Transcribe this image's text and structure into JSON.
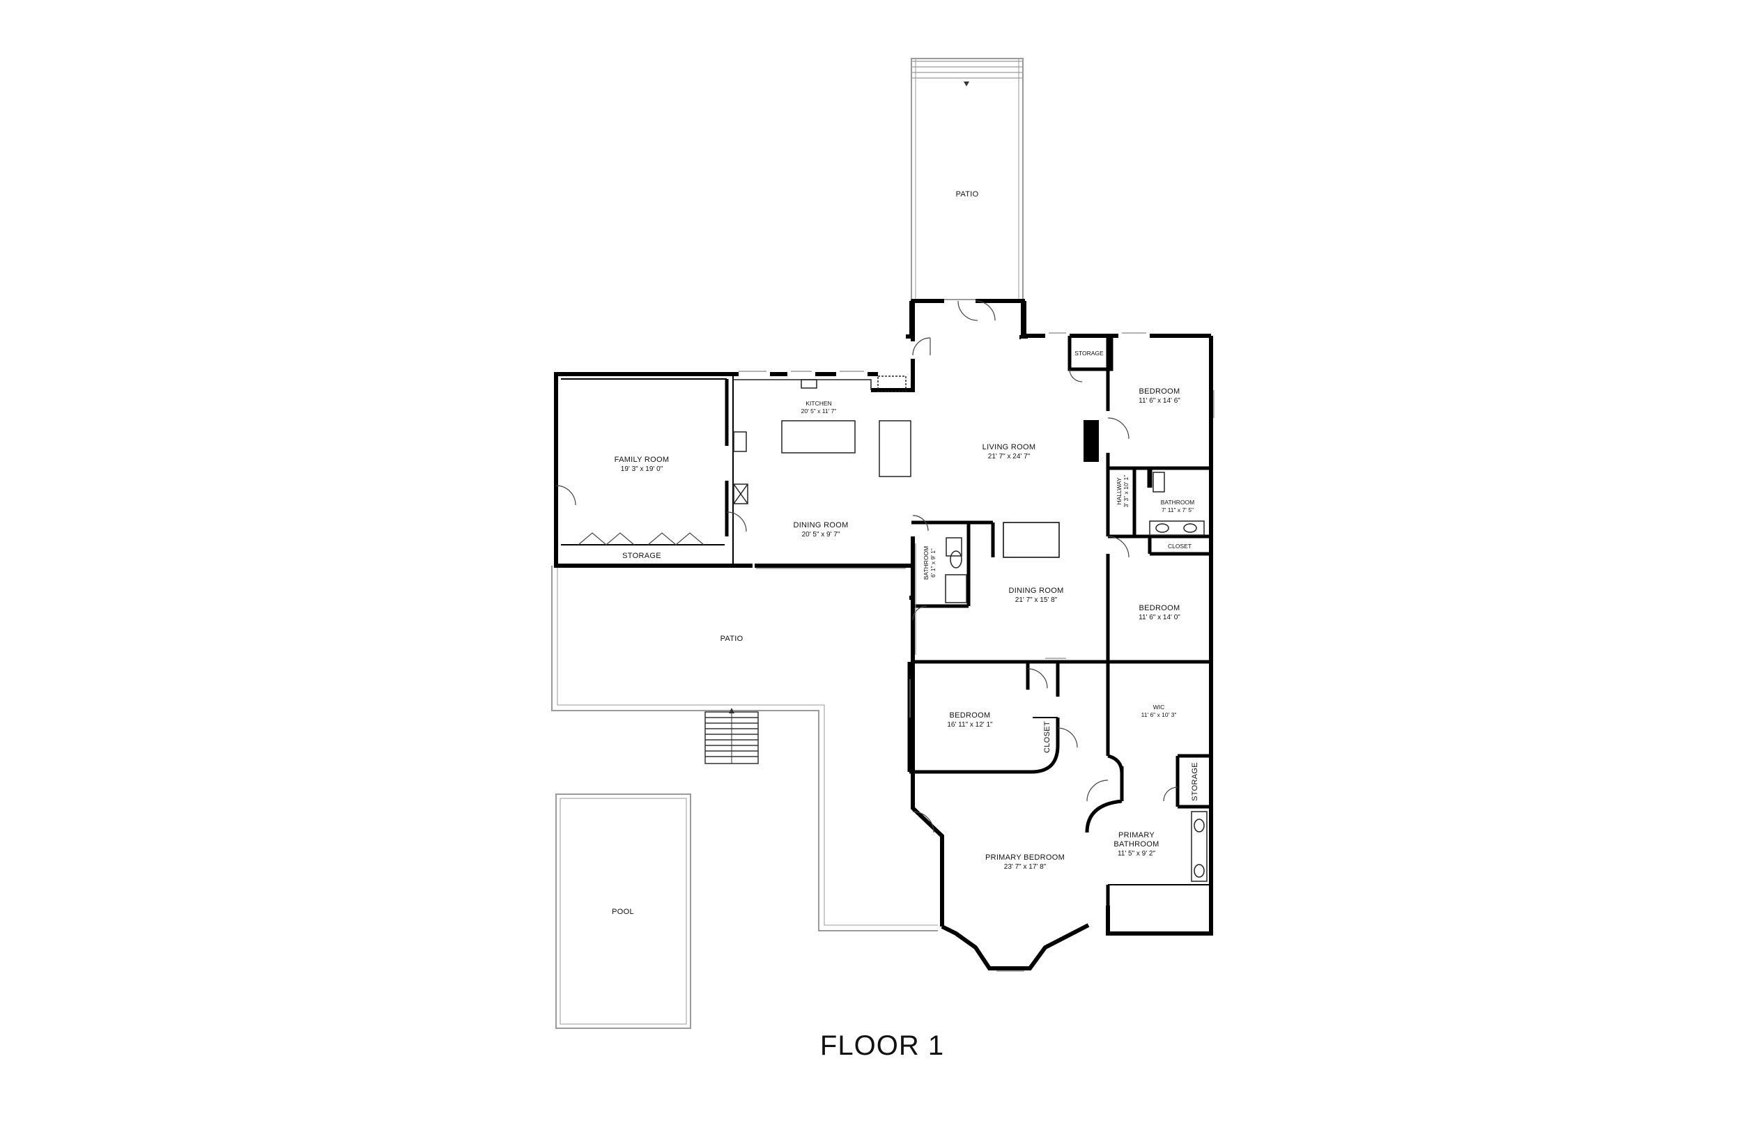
{
  "floor_title": "FLOOR 1",
  "rooms": {
    "patio_top": {
      "name": "PATIO",
      "dims": ""
    },
    "storage_top": {
      "name": "STORAGE",
      "dims": ""
    },
    "bedroom_1": {
      "name": "BEDROOM",
      "dims": "11' 6\" x 14' 6\""
    },
    "kitchen": {
      "name": "KITCHEN",
      "dims": "20' 5\" x 11' 7\""
    },
    "family_room": {
      "name": "FAMILY ROOM",
      "dims": "19' 3\" x 19' 0\""
    },
    "living_room": {
      "name": "LIVING ROOM",
      "dims": "21' 7\" x 24' 7\""
    },
    "hallway": {
      "name": "HALLWAY",
      "dims": "3' 3\" x 10' 1\""
    },
    "bathroom_1": {
      "name": "BATHROOM",
      "dims": "7' 11\" x 7' 5\""
    },
    "dining_room_1": {
      "name": "DINING ROOM",
      "dims": "20' 5\" x 9' 7\""
    },
    "closet_1": {
      "name": "CLOSET",
      "dims": ""
    },
    "storage_family": {
      "name": "STORAGE",
      "dims": ""
    },
    "bathroom_2": {
      "name": "BATHROOM",
      "dims": "6' 1\" x 9' 1\""
    },
    "dining_room_2": {
      "name": "DINING ROOM",
      "dims": "21' 7\" x 15' 8\""
    },
    "bedroom_2": {
      "name": "BEDROOM",
      "dims": "11' 6\" x 14' 0\""
    },
    "patio_left": {
      "name": "PATIO",
      "dims": ""
    },
    "wic": {
      "name": "WIC",
      "dims": "11' 6\" x 10' 3\""
    },
    "bedroom_3": {
      "name": "BEDROOM",
      "dims": "16' 11\" x 12' 1\""
    },
    "closet_2": {
      "name": "CLOSET",
      "dims": ""
    },
    "storage_bath": {
      "name": "STORAGE",
      "dims": ""
    },
    "primary_bathroom": {
      "name": "PRIMARY",
      "name2": "BATHROOM",
      "dims": "11' 5\" x 9' 2\""
    },
    "primary_bedroom": {
      "name": "PRIMARY BEDROOM",
      "dims": "23' 7\" x 17' 8\""
    },
    "pool": {
      "name": "POOL",
      "dims": ""
    }
  }
}
